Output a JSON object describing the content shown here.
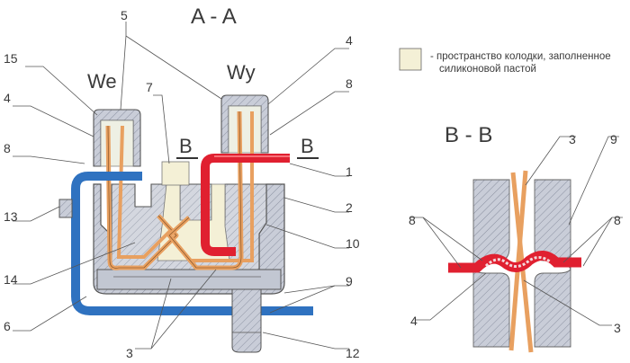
{
  "title_main": "A - A",
  "title_detail": "B - B",
  "terminal_left": "We",
  "terminal_right": "Wy",
  "section_mark": "B",
  "legend": {
    "swatch_color": "#f4f0d6",
    "line1": "- пространство колодки, заполненное",
    "line2": "силиконовой пастой"
  },
  "colors": {
    "red_wire": "#e02030",
    "blue_wire": "#2f72c0",
    "copper": "#e8a060",
    "housing": "#c8ccd6"
  },
  "callouts_main": {
    "c15": "15",
    "c4l": "4",
    "c8l": "8",
    "c13": "13",
    "c14": "14",
    "c6": "6",
    "c5": "5",
    "c7": "7",
    "c4r": "4",
    "c8r": "8",
    "c1": "1",
    "c2": "2",
    "c10": "10",
    "c9": "9",
    "c12": "12",
    "c3": "3"
  },
  "callouts_detail": {
    "c3top": "3",
    "c9": "9",
    "c8l": "8",
    "c8r": "8",
    "c4": "4",
    "c3bot": "3"
  }
}
